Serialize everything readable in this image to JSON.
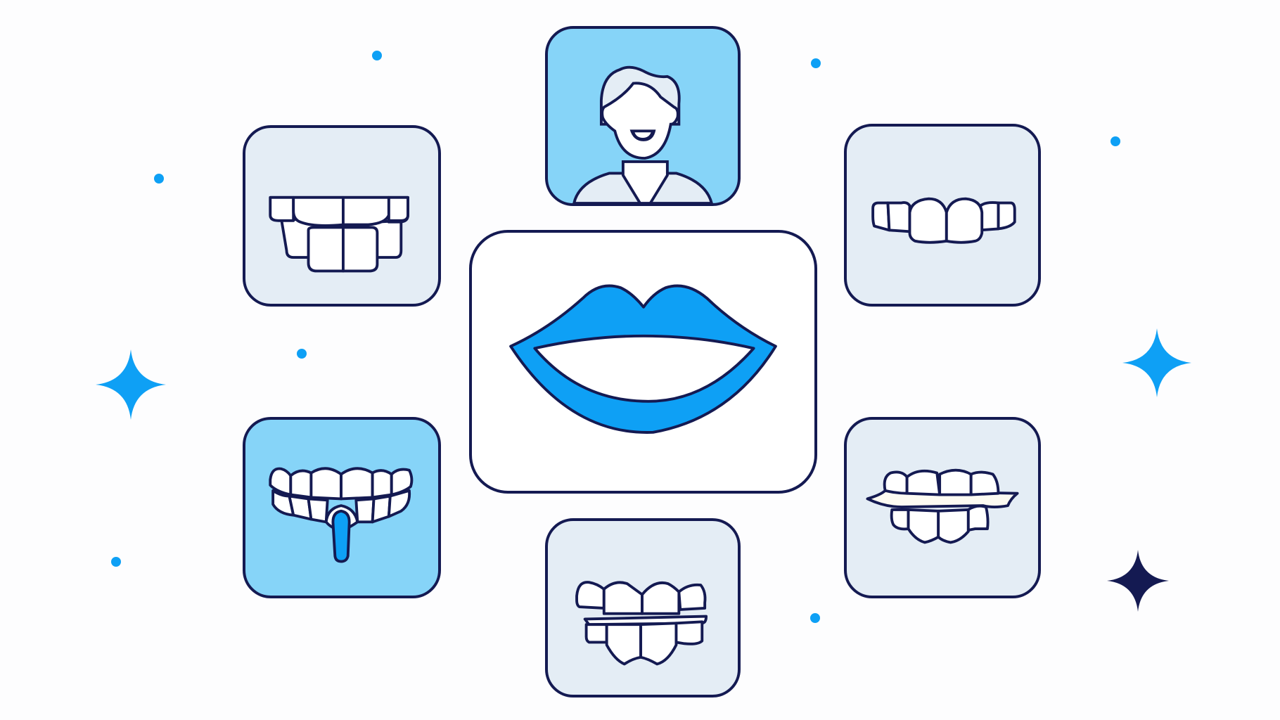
{
  "scene": {
    "title": "Dental bite types illustration",
    "colors": {
      "background": "#fdfdfe",
      "outline": "#141a52",
      "accent_blue": "#0ea0f5",
      "light_blue_tile": "#86d4f8",
      "pale_tile": "#e4edf5",
      "white_tile": "#ffffff"
    }
  },
  "tiles": [
    {
      "id": "center",
      "icon": "lips-icon",
      "label": "Lips"
    },
    {
      "id": "top",
      "icon": "person-smile-icon",
      "label": "Person smiling"
    },
    {
      "id": "top-left",
      "icon": "overbite-teeth-icon",
      "label": "Overbite"
    },
    {
      "id": "top-right",
      "icon": "upper-teeth-icon",
      "label": "Upper teeth"
    },
    {
      "id": "bottom-left",
      "icon": "teeth-tongue-icon",
      "label": "Teeth with tongue"
    },
    {
      "id": "bottom",
      "icon": "crossbite-teeth-icon",
      "label": "Crossbite"
    },
    {
      "id": "bottom-right",
      "icon": "open-bite-teeth-icon",
      "label": "Open bite"
    }
  ],
  "decorations": {
    "dots": 7,
    "sparkles": 3
  }
}
